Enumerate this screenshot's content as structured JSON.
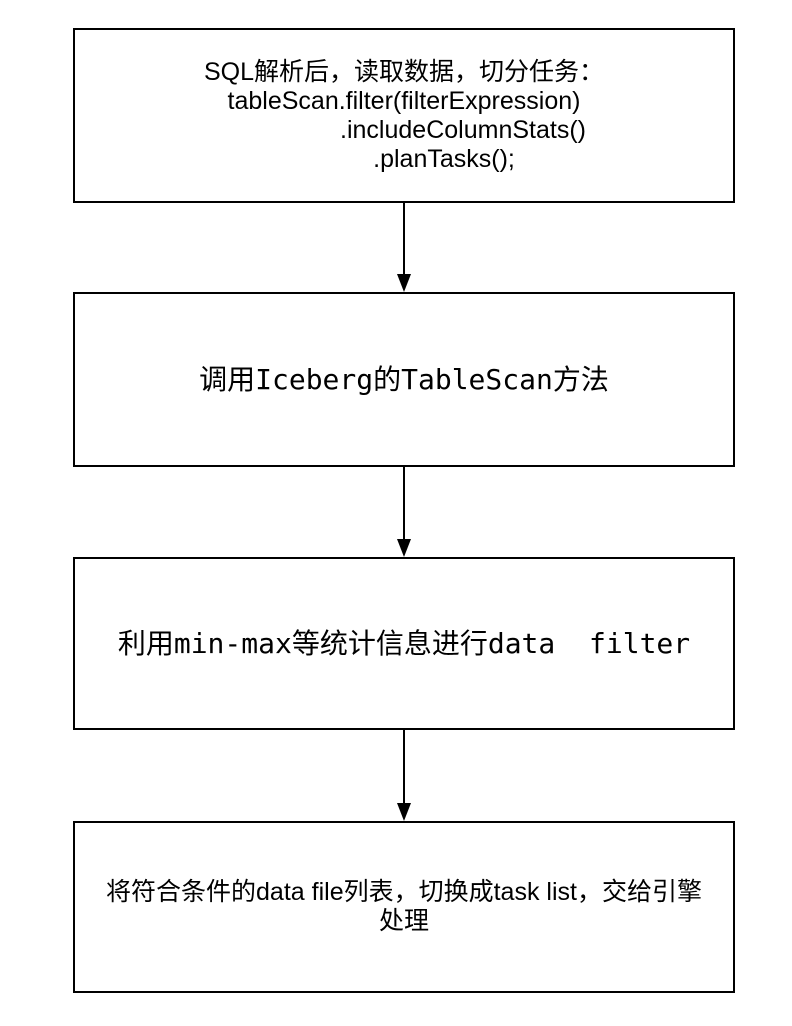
{
  "diagram": {
    "type": "flowchart",
    "direction": "top-down",
    "background_color": "#ffffff",
    "stroke_color": "#000000",
    "text_color": "#000000",
    "nodes": [
      {
        "id": "sql-parse",
        "shape": "rectangle",
        "lines": [
          "SQL解析后，读取数据，切分任务：",
          "tableScan.filter(filterExpression)",
          ".includeColumnStats()",
          ".planTasks();"
        ]
      },
      {
        "id": "call-tablescan",
        "shape": "rectangle",
        "lines": [
          "调用Iceberg的TableScan方法"
        ]
      },
      {
        "id": "data-filter",
        "shape": "rectangle",
        "lines": [
          "利用min-max等统计信息进行data  filter"
        ]
      },
      {
        "id": "task-list",
        "shape": "rectangle",
        "lines": [
          "将符合条件的data file列表，切换成task list，交给引擎",
          "处理"
        ]
      }
    ],
    "edges": [
      {
        "from": "sql-parse",
        "to": "call-tablescan",
        "style": "solid",
        "arrowhead": "filled-triangle-down"
      },
      {
        "from": "call-tablescan",
        "to": "data-filter",
        "style": "solid",
        "arrowhead": "filled-triangle-down"
      },
      {
        "from": "data-filter",
        "to": "task-list",
        "style": "solid",
        "arrowhead": "filled-triangle-down"
      }
    ]
  }
}
